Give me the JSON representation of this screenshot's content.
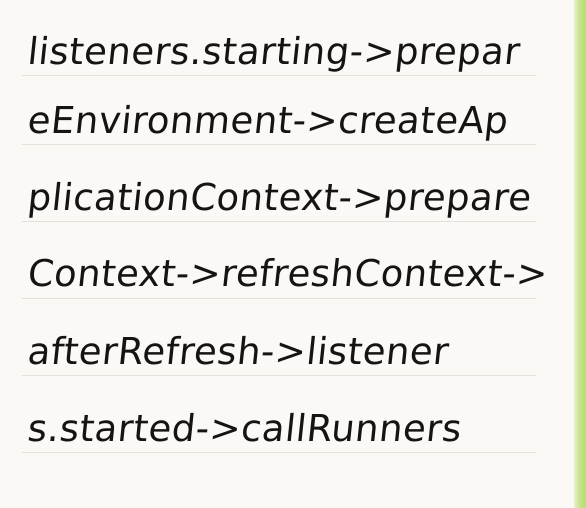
{
  "colors": {
    "paper": "#fcf8f5",
    "ink": "#141414",
    "rule_line": "#e4e0dc",
    "accent_edge": "#b6dd6d"
  },
  "note": {
    "lines": [
      "listeners.starting->prepar",
      "eEnvironment->createAp",
      "plicationContext->prepare",
      "Context->refreshContext->",
      "afterRefresh->listener",
      "s.started->callRunners"
    ]
  }
}
